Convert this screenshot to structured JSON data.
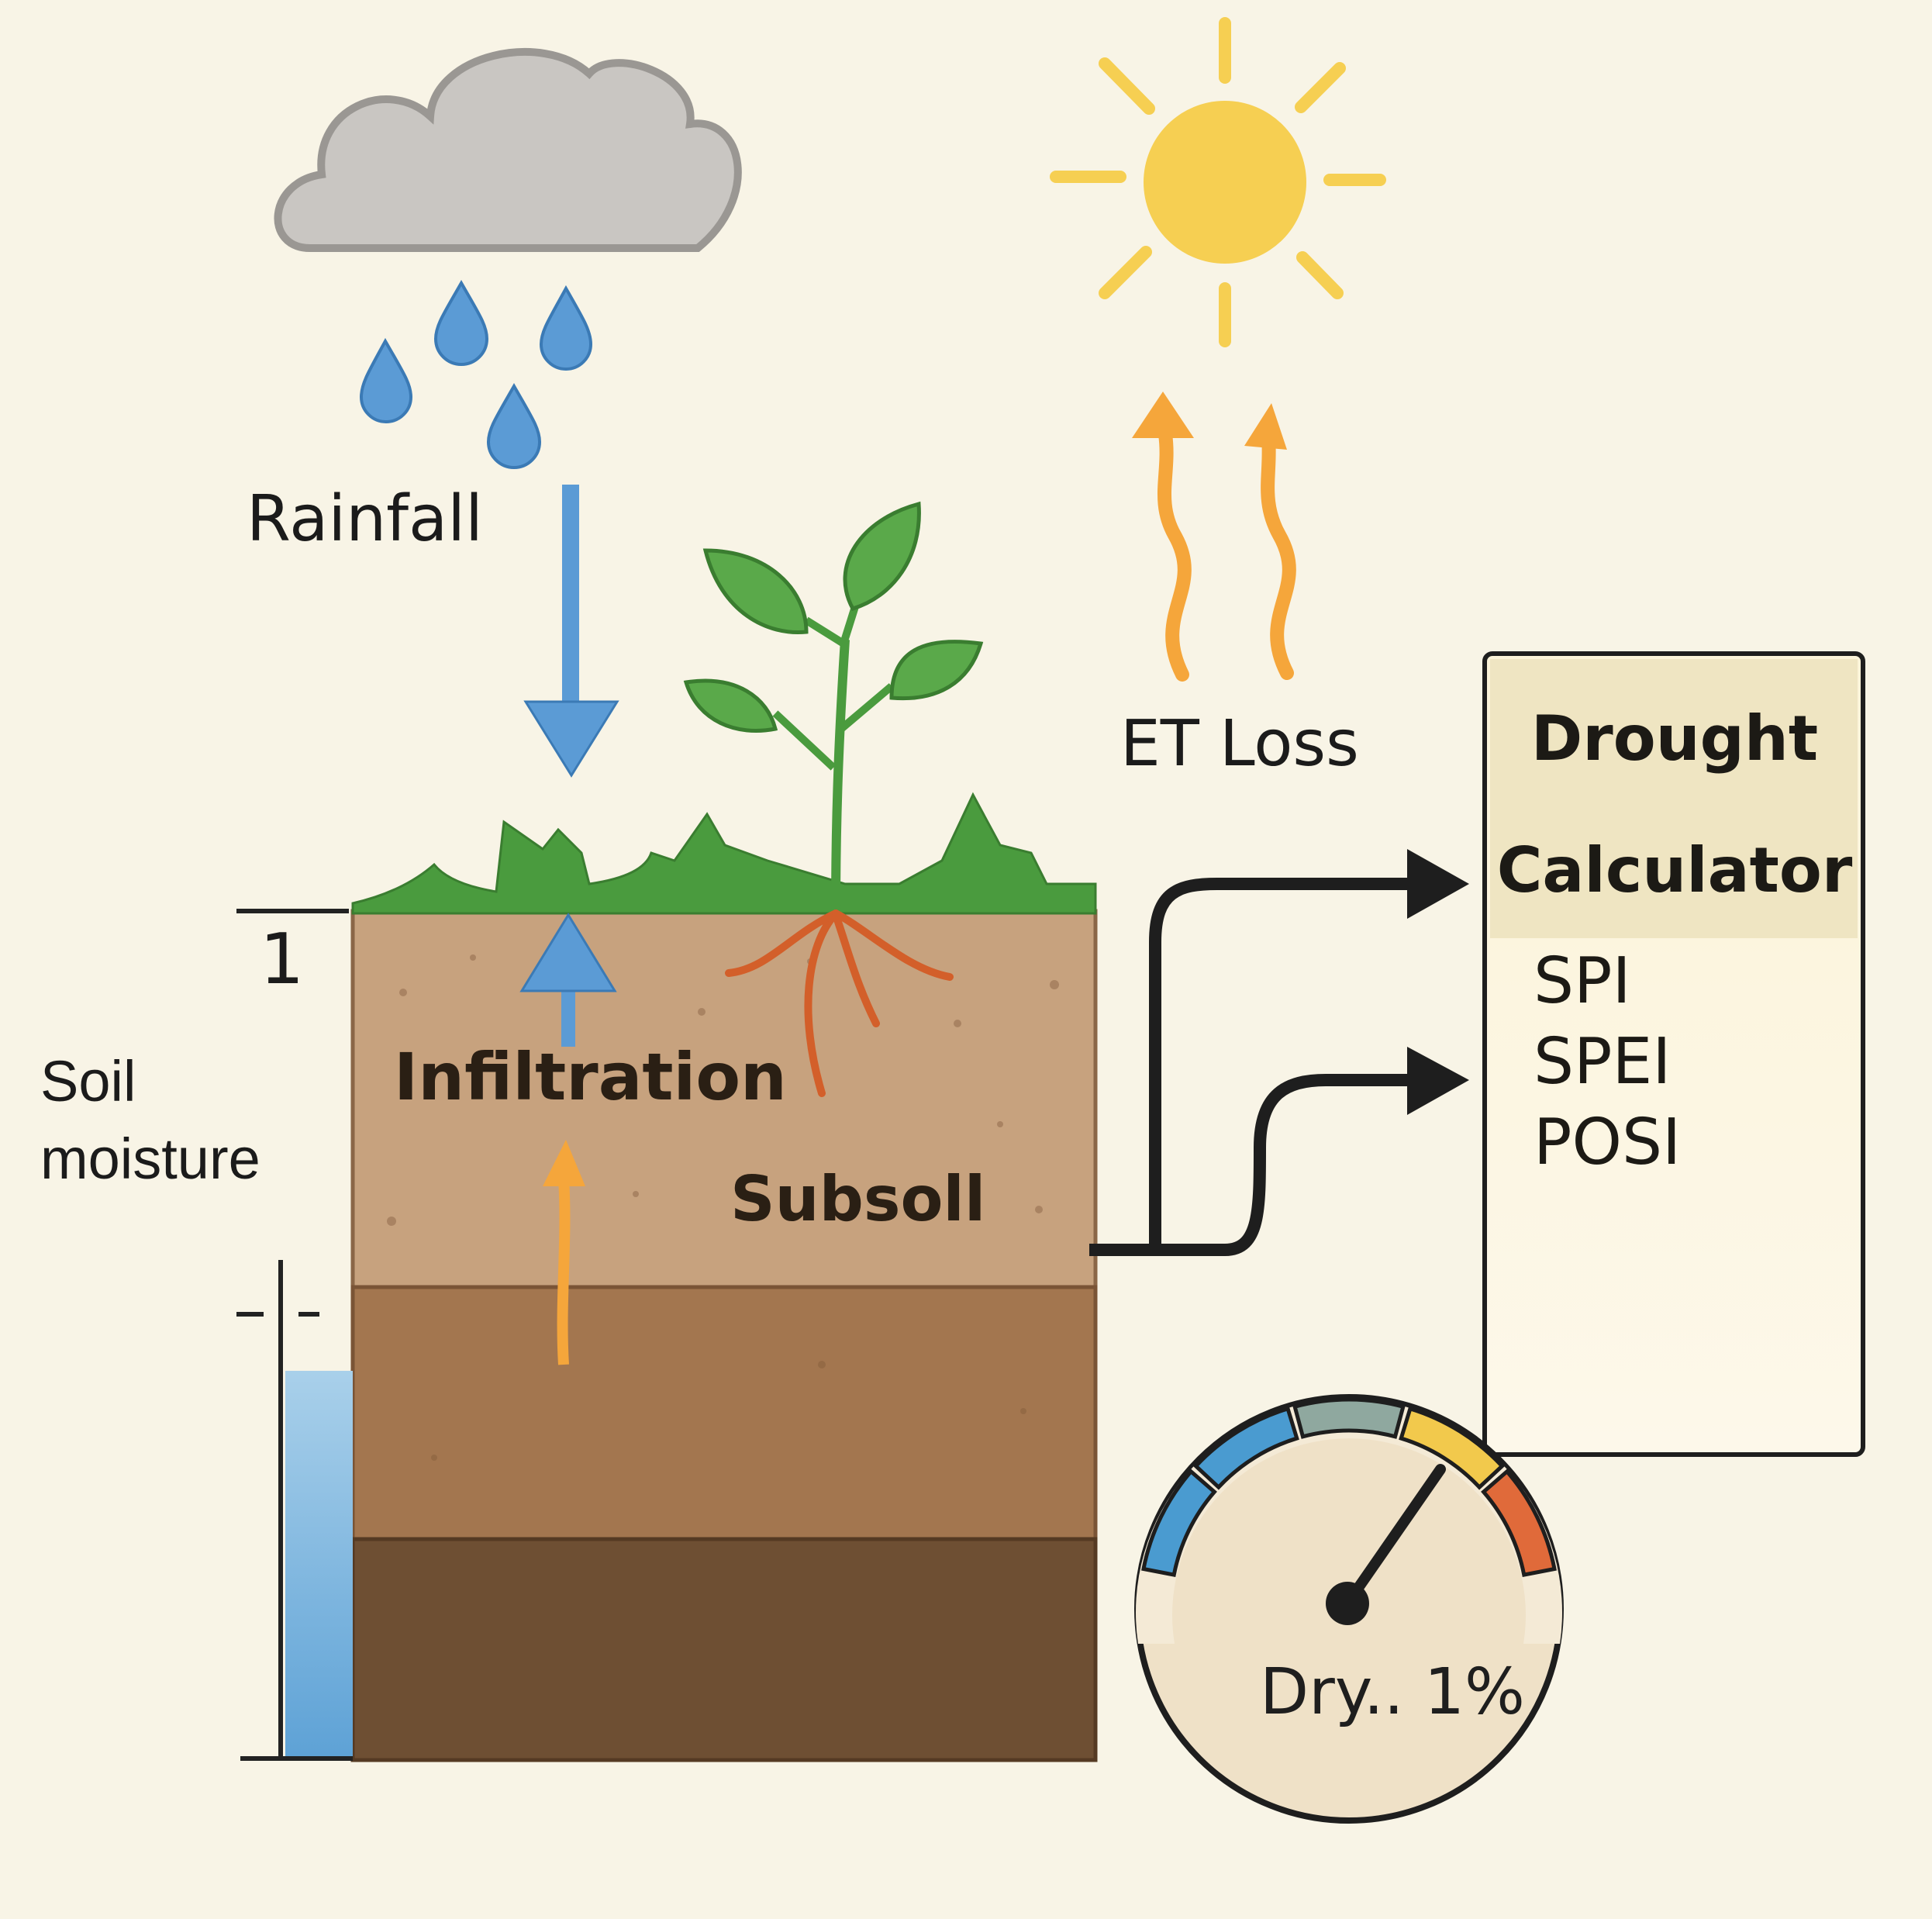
{
  "labels": {
    "rainfall": "Rainfall",
    "et_loss": "ET Loss",
    "soil_moisture_line1": "Soil",
    "soil_moisture_line2": "moisture",
    "infiltration": "Infiltration",
    "subsoil": "Subsoll",
    "scale_top": "1"
  },
  "calculator": {
    "title_line1": "Drought",
    "title_line2": "Calculator",
    "indices": [
      "SPI",
      "SPEI",
      "POSI"
    ]
  },
  "gauge": {
    "readout": "Dry.. 1%",
    "segment_colors": [
      "#4a9bd0",
      "#4a9bd0",
      "#8fa89f",
      "#f2c94c",
      "#e06a3a"
    ]
  },
  "colors": {
    "background": "#f8f4e6",
    "rain": "#5b9bd5",
    "sun": "#f6cf52",
    "heat": "#f5a63b",
    "plant": "#4a9b3e",
    "root": "#d35f2a",
    "soil_top": "#c7a27e",
    "soil_mid": "#a3764f",
    "soil_bottom": "#6e4f33",
    "water_gauge": "#7fb6de"
  },
  "icons": [
    "cloud-icon",
    "raindrop-icon",
    "sun-icon",
    "plant-icon",
    "gauge-icon"
  ]
}
